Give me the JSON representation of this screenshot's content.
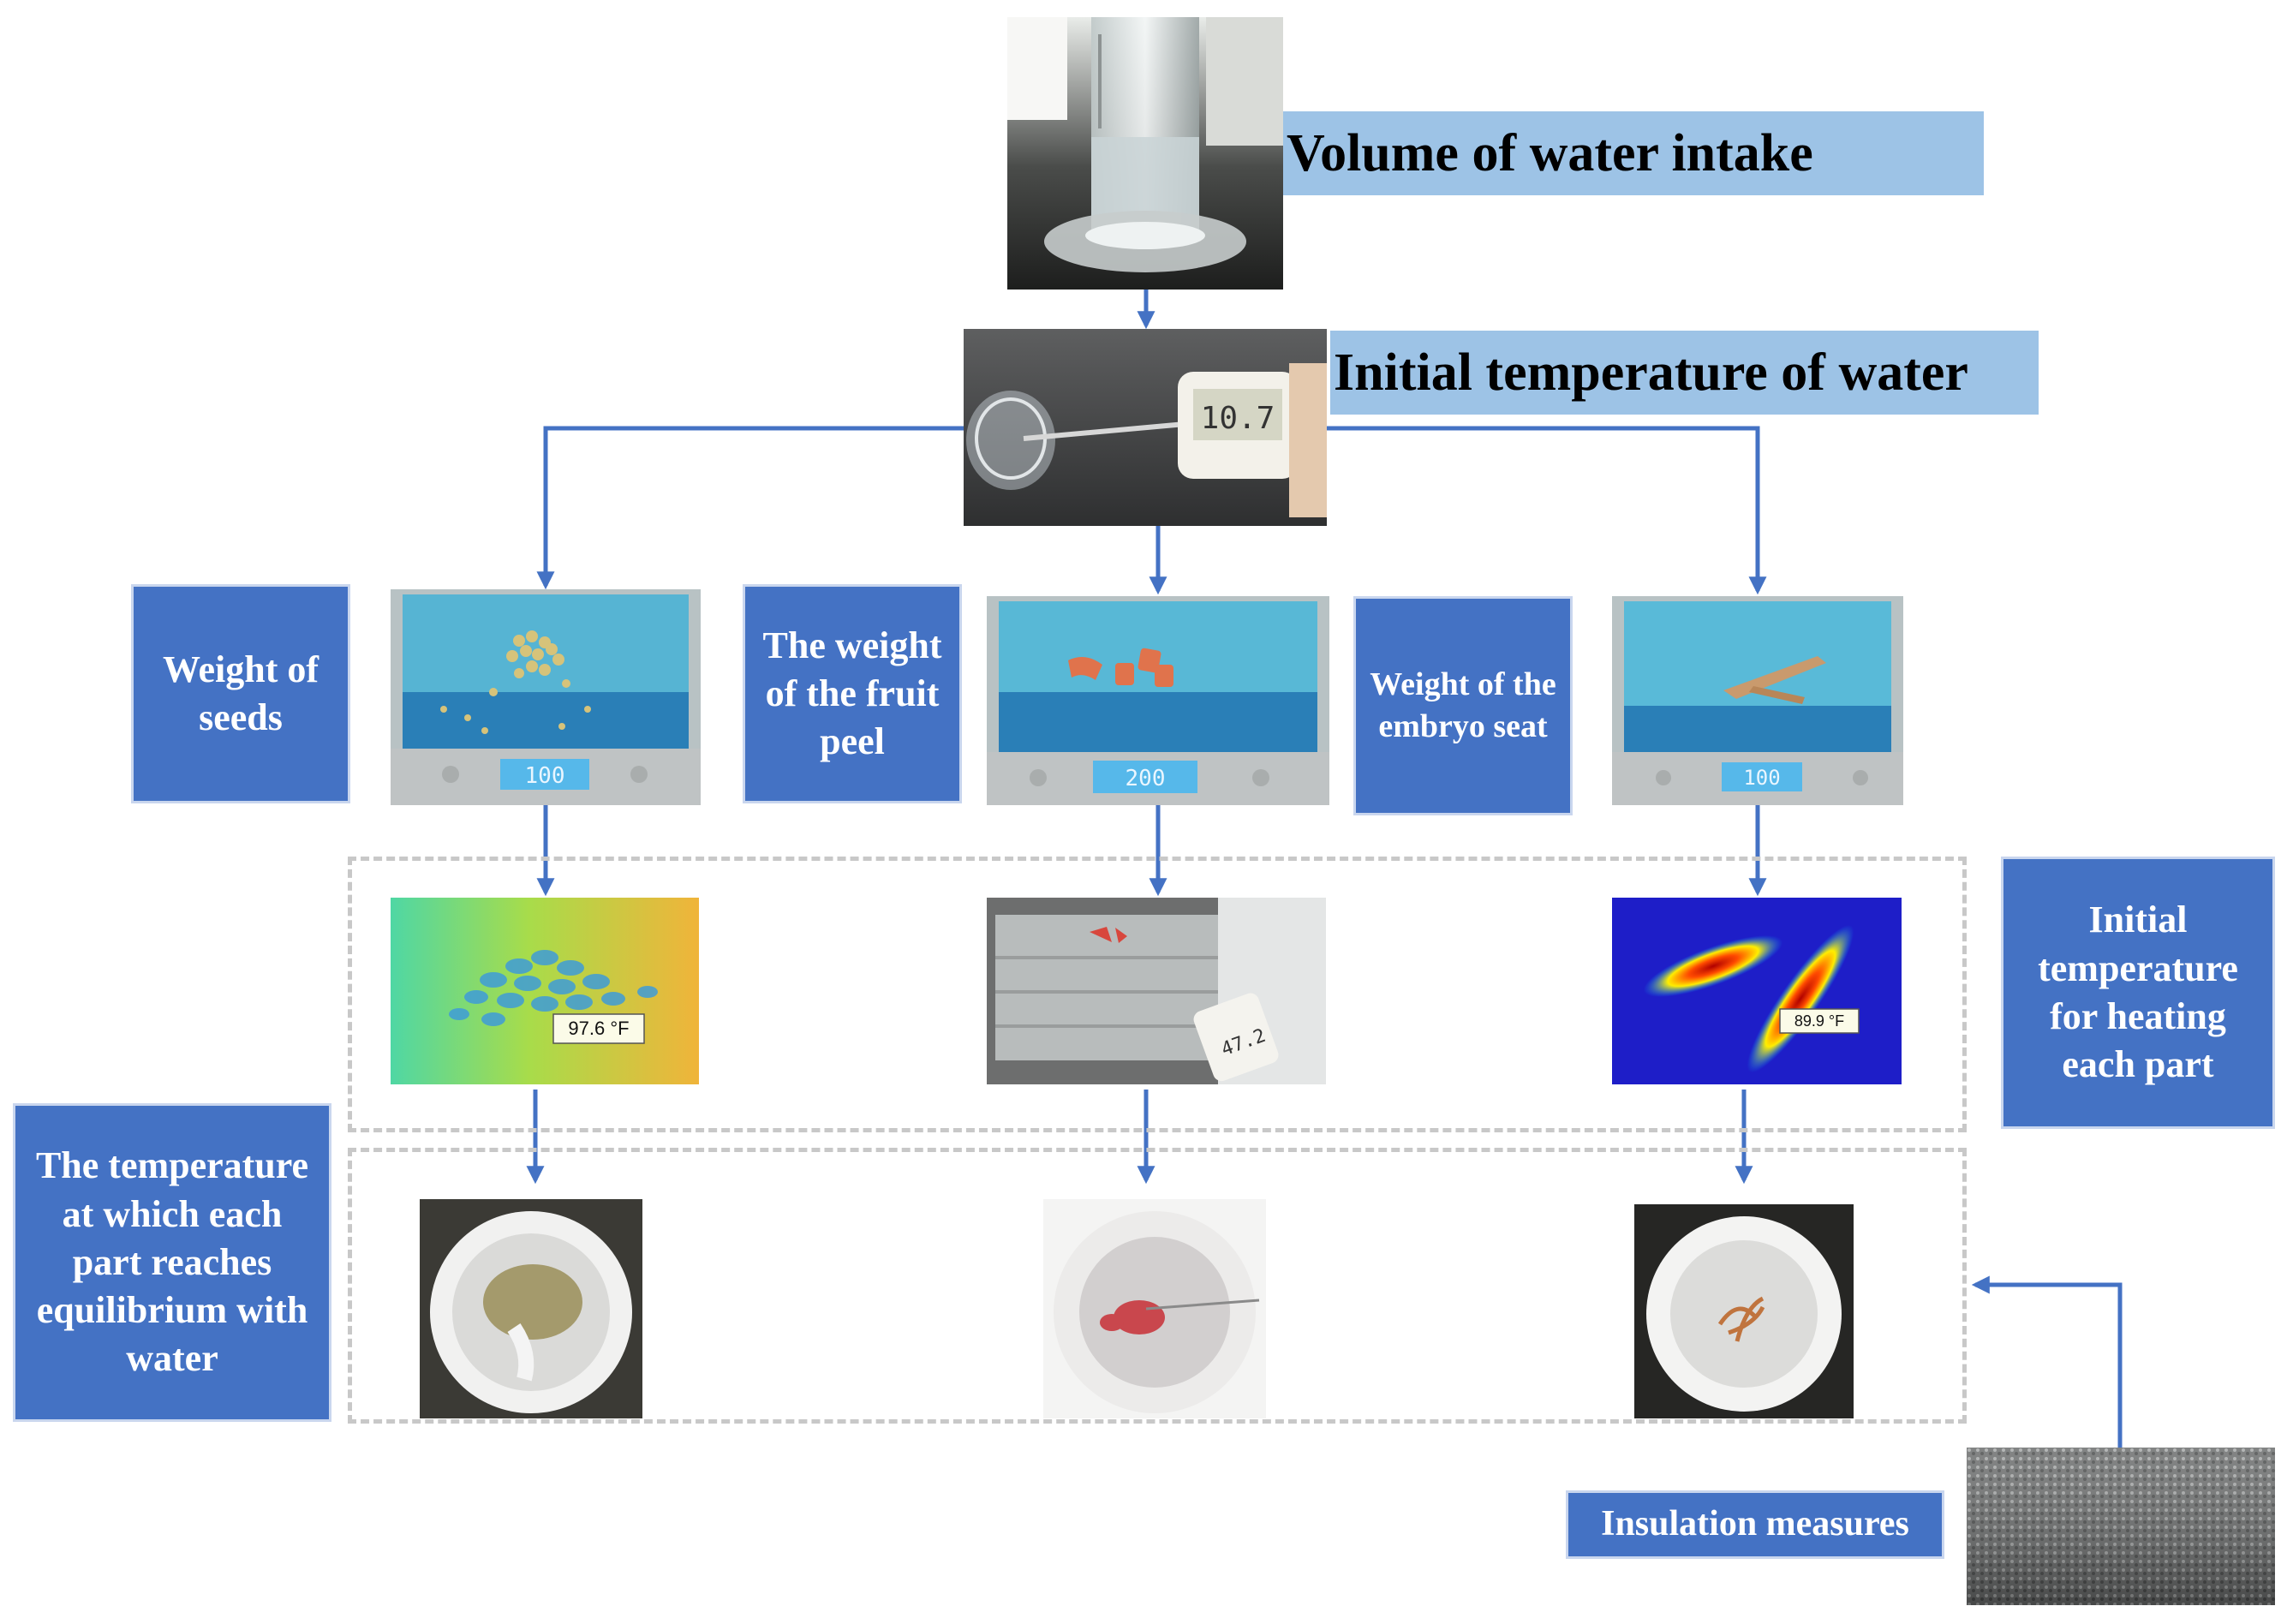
{
  "labels": {
    "volume_of_water": "Volume of water intake",
    "initial_temp_water": "Initial temperature of water",
    "weight_seeds": "Weight of seeds",
    "weight_fruit_peel": "The weight of the fruit peel",
    "weight_embryo_seat": "Weight of the embryo seat",
    "initial_temp_heating": "Initial temperature for heating each part",
    "equilibrium_temp": "The temperature at which each part reaches equilibrium with water",
    "insulation": "Insulation measures"
  },
  "readouts": {
    "thermometer": "10.7",
    "scale_seeds": "100",
    "scale_peel": "200",
    "scale_embryo": "100",
    "thermal_seeds": "97.6 °F",
    "thermal_embryo": "89.9 °F",
    "thermometer_peel": "47.2"
  },
  "colors": {
    "arrow": "#4472c4",
    "dark_box": "#4472c4",
    "light_label": "#9dc3e6",
    "dashed_border": "#c8c8c8"
  }
}
